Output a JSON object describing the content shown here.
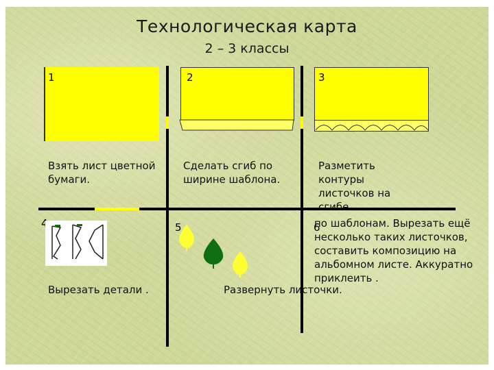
{
  "title": "Технологическая карта",
  "subtitle": "2 – 3 классы",
  "steps": [
    {
      "number": "1",
      "caption": "Взять лист цветной бумаги."
    },
    {
      "number": "2",
      "caption": "Сделать сгиб по ширине шаблона."
    },
    {
      "number": "3",
      "caption": "Разметить контуры листочков на сгибе"
    },
    {
      "number": "4",
      "caption": "Вырезать детали ."
    },
    {
      "number": "5",
      "caption": "Развернуть листочки."
    },
    {
      "number": "6",
      "caption": "по шаблонам. Вырезать ещё несколько таких листочков, составить композицию на альбомном листе. Аккуратно приклеить ."
    }
  ],
  "colors": {
    "paper": "#ffff00",
    "leaf_yellow": "#ffff33",
    "leaf_green": "#0f6e0f",
    "background": "#cfd89a"
  }
}
